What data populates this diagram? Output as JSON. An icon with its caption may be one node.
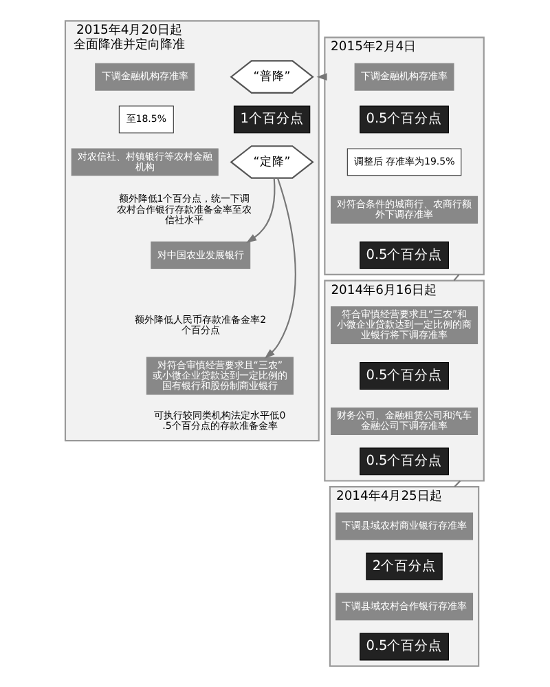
{
  "diagram": {
    "nodes": [
      {
        "text": [
          "2015年4月20日起",
          "全面降准并定向降准"
        ]
      },
      {
        "text": [
          "“普降”"
        ],
        "in": 0
      },
      {
        "text": [
          "下调金融机构存准率"
        ],
        "in": 0
      },
      {
        "text": [
          "1个百分点"
        ],
        "in": 0
      },
      {
        "text": [
          "至18.5%"
        ],
        "in": 0
      },
      {
        "text": [
          "“定降”"
        ],
        "in": 0
      },
      {
        "text": [
          "对农信社、村镇银行等农村金融机构"
        ],
        "in": 0
      },
      {
        "text": [
          "额外降低1个百分点，统一下调农村合作银行存款准备金率至农信社水平"
        ],
        "in": 0
      },
      {
        "text": [
          "对中国农业发展银行"
        ],
        "in": 0
      },
      {
        "text": [
          "额外降低人民币存款准备金率2个百分点"
        ],
        "in": 0
      },
      {
        "text": [
          "对符合审慎经营要求且“三农”或小微企业贷款达到一定比例的国有银行和股份制商业银行"
        ],
        "in": 0
      },
      {
        "text": [
          "可执行较同类机构法定水平低0.5个百分点的存款准备金率"
        ],
        "in": 0
      },
      {
        "text": [
          "2015年2月4日"
        ]
      },
      {
        "text": [
          "下调金融机构存准率"
        ],
        "in": 12
      },
      {
        "text": [
          "0.5个百分点"
        ],
        "in": 12
      },
      {
        "text": [
          "调整后 存准率为19.5%"
        ],
        "in": 12
      },
      {
        "text": [
          "对符合条件的城商行、农商行额外下调存准率"
        ],
        "in": 12
      },
      {
        "text": [
          "0.5个百分点"
        ],
        "in": 12
      },
      {
        "text": [
          "2014年6月16日起"
        ]
      },
      {
        "text": [
          "符合审慎经营要求且“三农”和小微企业贷款达到一定比例的商业银行将下调存准率"
        ],
        "in": 18
      },
      {
        "text": [
          "0.5个百分点"
        ],
        "in": 18
      },
      {
        "text": [
          "财务公司、金融租赁公司和汽车金融公司下调存准率"
        ],
        "in": 18
      },
      {
        "text": [
          "0.5个百分点"
        ],
        "in": 18
      },
      {
        "text": [
          "2014年4月25日起"
        ]
      },
      {
        "text": [
          "下调县域农村商业银行存准率"
        ],
        "in": 23
      },
      {
        "text": [
          "2个百分点"
        ],
        "in": 23
      },
      {
        "text": [
          "下调县域农村合作银行存准率"
        ],
        "in": 23
      },
      {
        "text": [
          "0.5个百分点"
        ],
        "in": 23
      }
    ],
    "edges": [
      {
        "from": 5,
        "to": 8,
        "arrow": "to"
      },
      {
        "from": 5,
        "to": 10,
        "arrow": "to"
      },
      {
        "from": 23,
        "to": 18,
        "arrow": "none"
      },
      {
        "from": 18,
        "to": 12,
        "arrow": "none"
      },
      {
        "from": 12,
        "to": 0,
        "arrow": "to"
      }
    ]
  }
}
